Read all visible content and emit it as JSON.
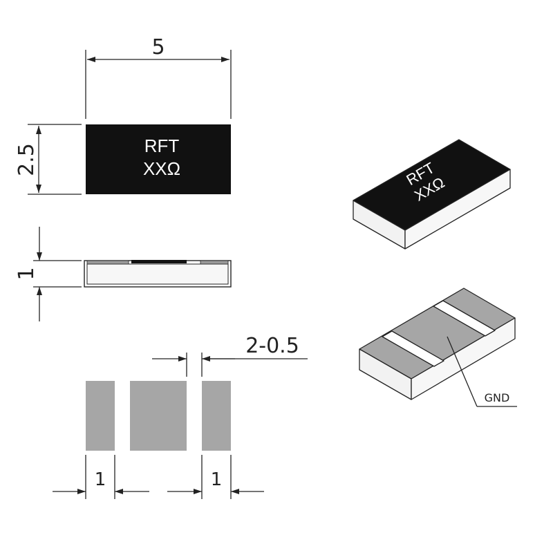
{
  "top_view": {
    "marking_line1": "RFT",
    "marking_line2": "XXΩ"
  },
  "iso_top": {
    "marking_line1": "RFT",
    "marking_line2": "XXΩ"
  },
  "iso_bottom": {
    "callout": "GND"
  },
  "dimensions": {
    "length": "5",
    "width": "2.5",
    "thickness": "1",
    "gap": "2-0.5",
    "pad_left": "1",
    "pad_right": "1"
  },
  "colors": {
    "body_black": "#111111",
    "pad_gray": "#a6a6a6",
    "side_white": "#f2f2f2",
    "line": "#222222"
  }
}
